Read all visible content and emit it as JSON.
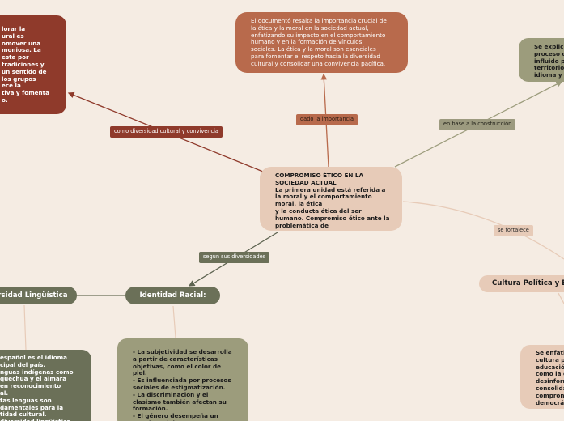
{
  "colors": {
    "background": "#f5ece3",
    "brown_red": "#8f3a2b",
    "terracotta": "#b86a4c",
    "olive": "#9c9c7c",
    "dark_green": "#6b7058",
    "peach": "#e7cbb8",
    "tag_gray": "#9c9a7f"
  },
  "central": {
    "title": "COMPROMISO ÉTICO EN LA\nSOCIEDAD ACTUAL",
    "body": "La primera unidad está referida a\nla moral y el comportamiento\nmoral. la ética\ny la conducta ética del ser\nhumano. Compromiso ético ante la\nproblemática de"
  },
  "top_node": {
    "text": "El documentó resalta la importancia crucial de\nla ética y la moral en la sociedad actual,\nenfatizando su impacto en el comportamiento\nhumano y en la formación de vínculos\nsociales. La ética y la moral son esenciales\npara fomentar el respeto hacia la diversidad\ncultural y consolidar una convivencia pacífica."
  },
  "left_node": {
    "text": "lorar la\nural es\nomover una\nmoniosa. La\nesta por\ntradiciones y\n un sentido de\nlos grupos\nece la\ntiva y fomenta\no."
  },
  "right_top_node": {
    "text": "Se explic\nproceso c\ninfluido p\nterritorio\nidioma y"
  },
  "right_bottom_node": {
    "text": "Se enfati\ncultura p\neducació\ncomo la c\ndesinforn\nconsolida\ncompron\ndemocrá"
  },
  "identidad_racial": {
    "title": "Identidad Racial:",
    "body": "- La subjetividad se desarrolla\na partir de características\nobjetivas, como el color de\npiel.\n- Es influenciada por procesos\nsociales de estigmatización.\n- La discriminación y el\nclasismo también afectan su\nformación.\n- El género desempeña un\npapel crucial en su"
  },
  "diversidad_linguistica": {
    "title": "ersidad Lingüística",
    "body": "español es el idioma\ncipal del país.\nnguas indígenas como\nquechua y el aimara\nen reconocimiento\nal.\ntas lenguas son\ndamentales para la\ntidad cultural.\ndiversidad lingüística"
  },
  "cultura_politica": {
    "title": "Cultura Política y Edu"
  },
  "tags": {
    "diversidad_cultural": "como diversidad cultural y convivencia",
    "dado_importancia": "dado la importancia",
    "en_base": "en base a la construcción",
    "se_fortalece": "se fortalece",
    "segun_diversidades": "segun sus diversidades"
  }
}
